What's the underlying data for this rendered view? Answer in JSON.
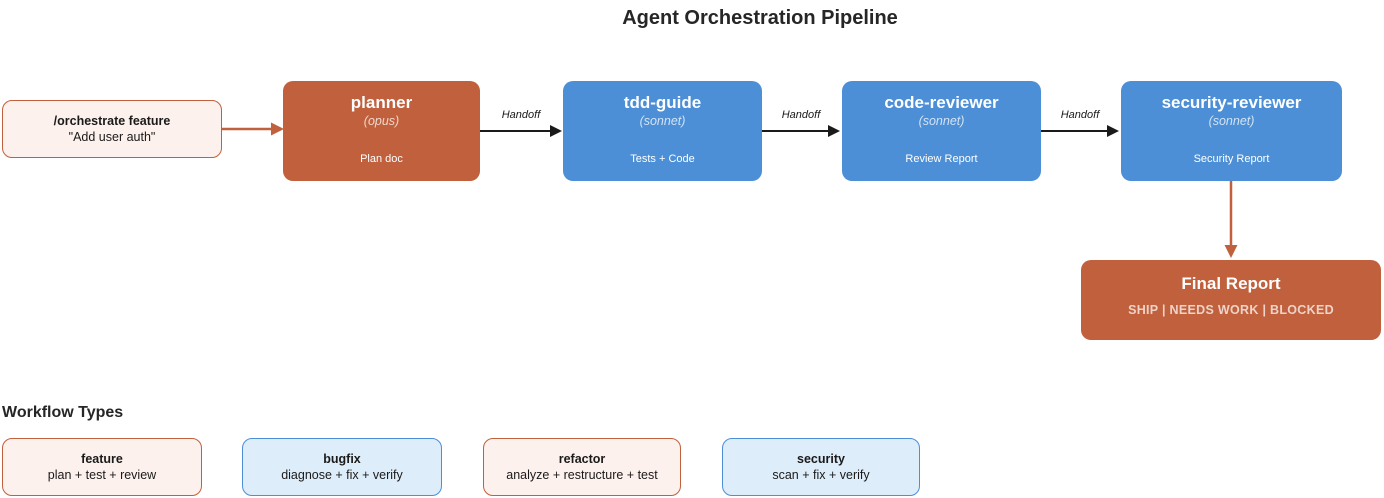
{
  "title": "Agent Orchestration Pipeline",
  "input_node": {
    "command": "/orchestrate feature",
    "argument": "\"Add user auth\""
  },
  "pipeline": [
    {
      "name": "planner",
      "model": "(opus)",
      "output": "Plan doc",
      "variant": "orange"
    },
    {
      "name": "tdd-guide",
      "model": "(sonnet)",
      "output": "Tests + Code",
      "variant": "blue"
    },
    {
      "name": "code-reviewer",
      "model": "(sonnet)",
      "output": "Review Report",
      "variant": "blue"
    },
    {
      "name": "security-reviewer",
      "model": "(sonnet)",
      "output": "Security Report",
      "variant": "blue"
    }
  ],
  "edges": {
    "handoff_labels": [
      "Handoff",
      "Handoff",
      "Handoff"
    ]
  },
  "final_report": {
    "title": "Final Report",
    "subtitle": "SHIP | NEEDS WORK | BLOCKED"
  },
  "workflow_types": {
    "heading": "Workflow Types",
    "items": [
      {
        "name": "feature",
        "steps": "plan + test + review",
        "variant": "orange"
      },
      {
        "name": "bugfix",
        "steps": "diagnose + fix + verify",
        "variant": "blue"
      },
      {
        "name": "refactor",
        "steps": "analyze + restructure + test",
        "variant": "orange"
      },
      {
        "name": "security",
        "steps": "scan + fix + verify",
        "variant": "blue"
      }
    ]
  },
  "colors": {
    "agent_orange": "#C0603C",
    "agent_blue": "#4C8FD6",
    "input_fill": "#FCF1EC",
    "workflow_blue_fill": "#DEEDFA",
    "arrow_dark": "#1a1a1a",
    "arrow_orange": "#C0603C"
  }
}
